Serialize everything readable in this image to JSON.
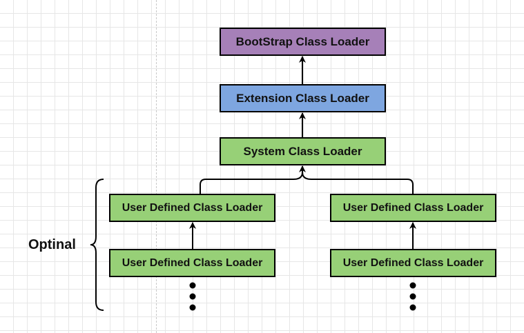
{
  "nodes": {
    "bootstrap": "BootStrap Class Loader",
    "extension": "Extension Class Loader",
    "system": "System Class Loader",
    "user_left_1": "User Defined Class Loader",
    "user_left_2": "User Defined Class Loader",
    "user_right_1": "User Defined Class Loader",
    "user_right_2": "User Defined Class Loader"
  },
  "optional_label": "Optinal",
  "colors": {
    "bootstrap": "#a680b8",
    "extension": "#7ea6e0",
    "loader_green": "#97d077",
    "border": "#000000"
  }
}
